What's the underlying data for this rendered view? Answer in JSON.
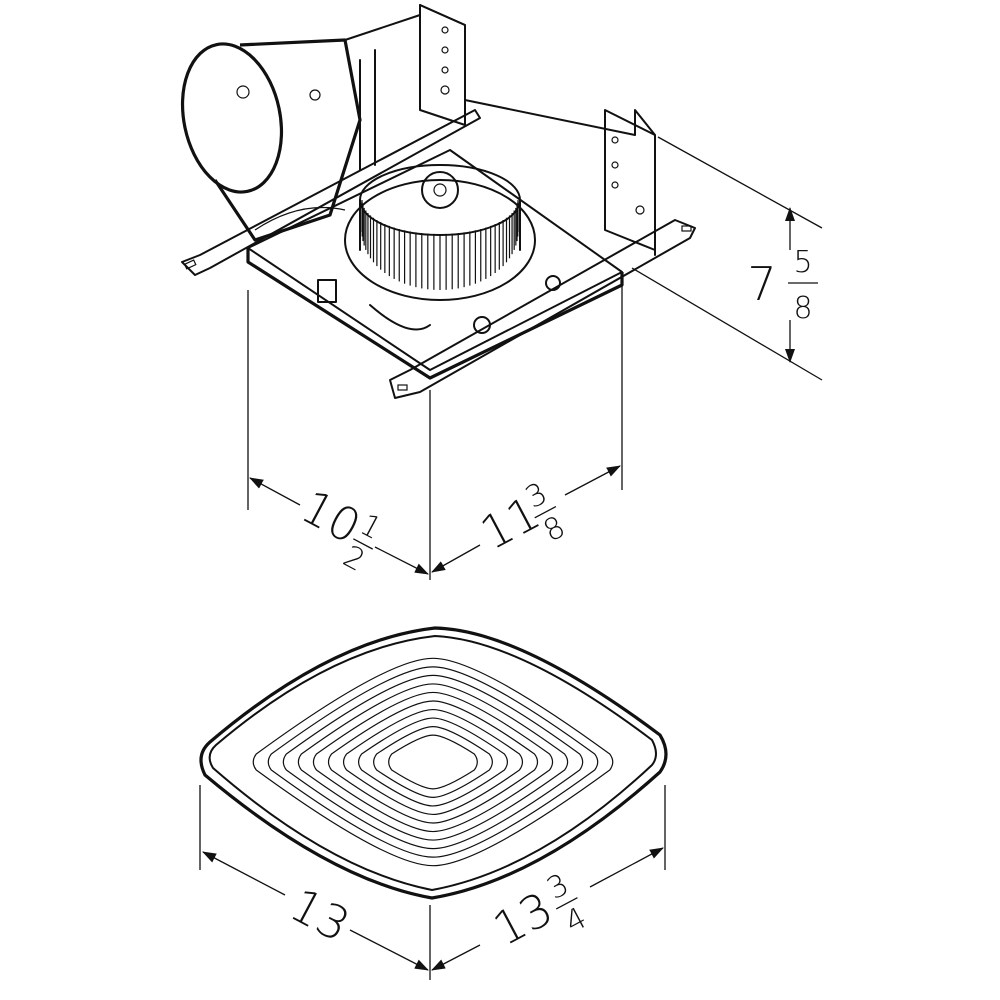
{
  "colors": {
    "line": "#111111",
    "background": "#ffffff"
  },
  "housing": {
    "height": {
      "whole": "7",
      "numerator": "5",
      "denominator": "8"
    },
    "depth": {
      "whole": "10",
      "numerator": "1",
      "denominator": "2"
    },
    "width": {
      "whole": "11",
      "numerator": "3",
      "denominator": "8"
    }
  },
  "grille": {
    "depth": {
      "whole": "13"
    },
    "width": {
      "whole": "13",
      "numerator": "3",
      "denominator": "4"
    }
  }
}
